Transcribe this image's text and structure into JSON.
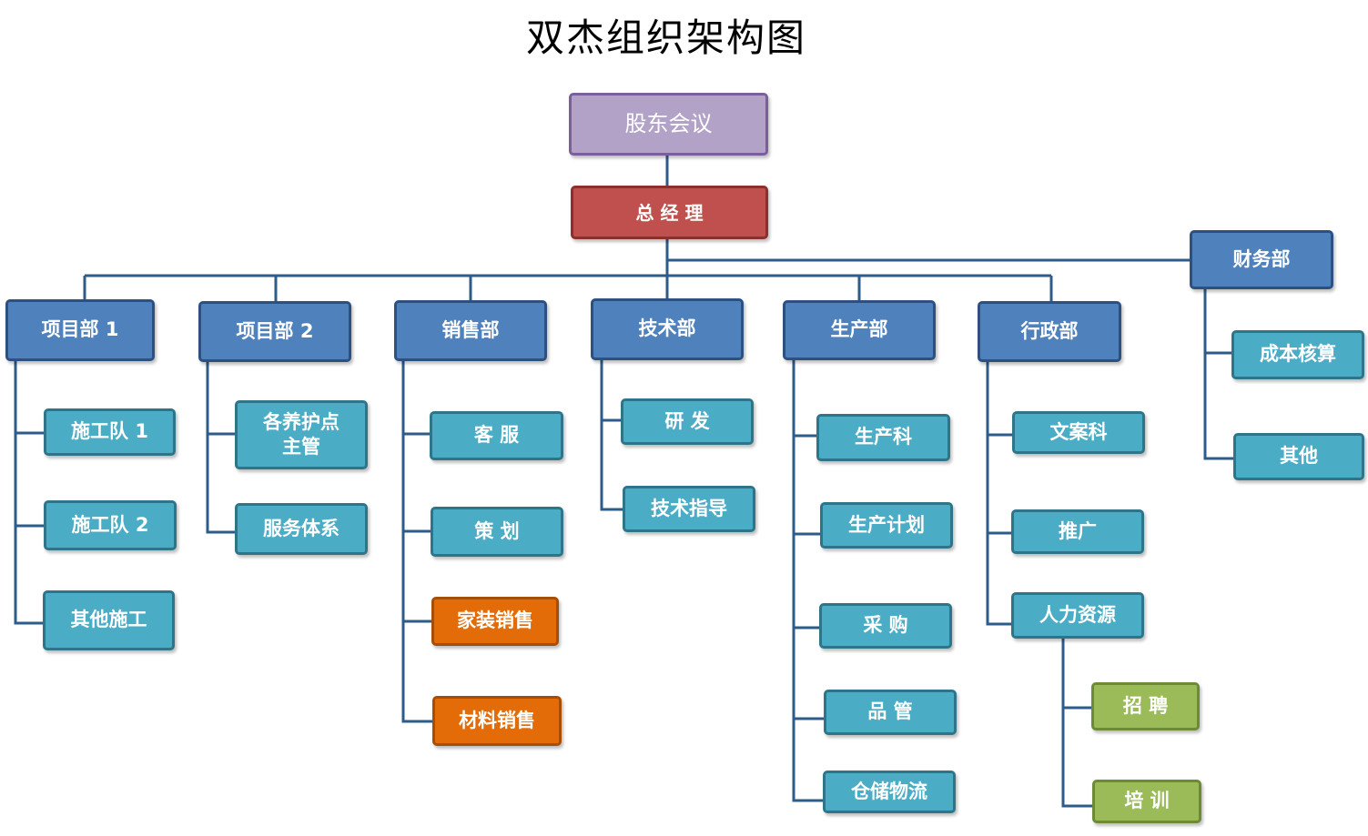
{
  "title": "双杰组织架构图",
  "colors": {
    "shareholders": "#b2a2c7",
    "general_manager": "#c0504d",
    "department": "#4f81bd",
    "sub_unit": "#4bacc6",
    "sales_highlight": "#e36c09",
    "hr_sub": "#9bbb59",
    "connector": "#2e5c8a"
  },
  "nodes": {
    "shareholders": "股东会议",
    "general_manager": "总 经 理",
    "departments": {
      "project1": {
        "label": "项目部 1",
        "children": [
          "施工队 1",
          "施工队 2",
          "其他施工"
        ]
      },
      "project2": {
        "label": "项目部 2",
        "children": [
          "各养护点\n主管",
          "服务体系"
        ]
      },
      "sales": {
        "label": "销售部",
        "children": [
          "客 服",
          "策 划",
          "家装销售",
          "材料销售"
        ]
      },
      "tech": {
        "label": "技术部",
        "children": [
          "研 发",
          "技术指导"
        ]
      },
      "production": {
        "label": "生产部",
        "children": [
          "生产科",
          "生产计划",
          "采 购",
          "品 管",
          "仓储物流"
        ]
      },
      "admin": {
        "label": "行政部",
        "children": [
          "文案科",
          "推广",
          "人力资源"
        ],
        "hr_children": [
          "招 聘",
          "培 训"
        ]
      },
      "finance": {
        "label": "财务部",
        "children": [
          "成本核算",
          "其他"
        ]
      }
    }
  }
}
